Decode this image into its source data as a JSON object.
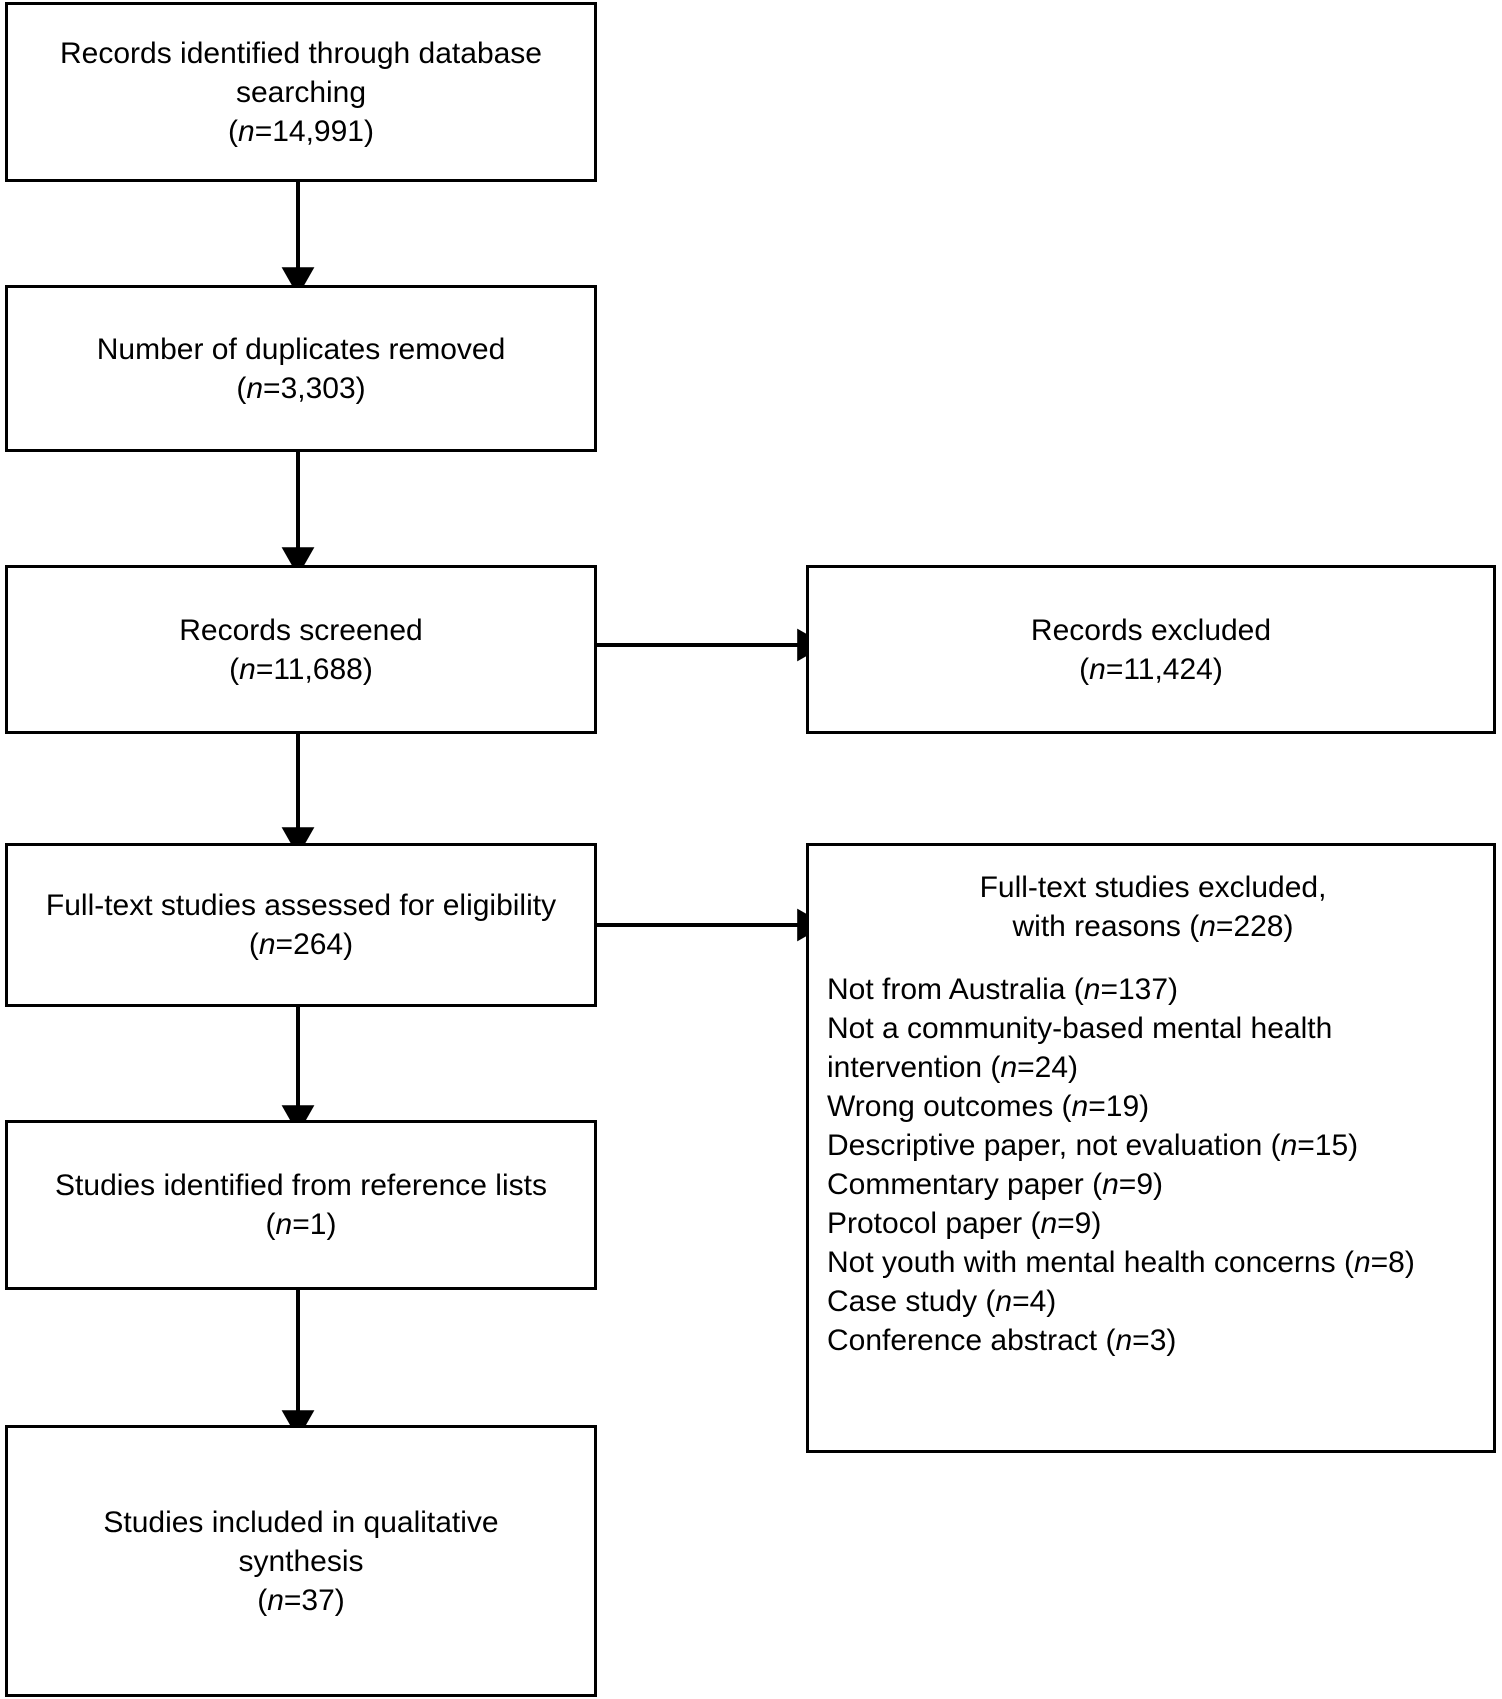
{
  "diagram": {
    "type": "prisma-flow-diagram",
    "title": "PRISMA study selection flow diagram",
    "colors": {
      "box_border": "#000000",
      "box_fill": "#ffffff",
      "text": "#000000",
      "arrow": "#000000"
    }
  },
  "boxes": {
    "identified": {
      "name": "records-identified",
      "line1": "Records identified through database",
      "line2": "searching",
      "count_prefix": "(",
      "count_n": "n",
      "count_value": "=14,991)"
    },
    "duplicates": {
      "name": "duplicates-removed",
      "line1": "Number of duplicates removed",
      "count_prefix": "(",
      "count_n": "n",
      "count_value": "=3,303)"
    },
    "screened": {
      "name": "records-screened",
      "line1": "Records screened",
      "count_prefix": "(",
      "count_n": "n",
      "count_value": "=11,688)"
    },
    "records_excluded": {
      "name": "records-excluded",
      "line1": "Records excluded",
      "count_prefix": "(",
      "count_n": "n",
      "count_value": "=11,424)"
    },
    "fulltext_assessed": {
      "name": "fulltext-assessed",
      "line1": "Full-text studies assessed for eligibility",
      "count_prefix": "(",
      "count_n": "n",
      "count_value": "=264)"
    },
    "reference_lists": {
      "name": "studies-from-reference-lists",
      "line1": "Studies identified from reference lists",
      "count_prefix": "(",
      "count_n": "n",
      "count_value": "=1)"
    },
    "included": {
      "name": "studies-included",
      "line1": "Studies included in qualitative",
      "line2": "synthesis",
      "count_prefix": "(",
      "count_n": "n",
      "count_value": "=37)"
    },
    "fulltext_excluded": {
      "name": "fulltext-excluded-with-reasons",
      "header_line1": "Full-text studies excluded,",
      "header_line2_a": "with reasons (",
      "header_line2_n": "n",
      "header_line2_b": "=228)",
      "reasons": [
        {
          "label": "Not from Australia (",
          "n": "n",
          "value": "=137)"
        },
        {
          "label": "Not a community-based mental health intervention (",
          "n": "n",
          "value": "=24)"
        },
        {
          "label": "Wrong outcomes (",
          "n": "n",
          "value": "=19)"
        },
        {
          "label": "Descriptive paper, not evaluation (",
          "n": "n",
          "value": "=15)"
        },
        {
          "label": "Commentary paper (",
          "n": "n",
          "value": "=9)"
        },
        {
          "label": "Protocol paper (",
          "n": "n",
          "value": "=9)"
        },
        {
          "label": "Not youth with mental health concerns (",
          "n": "n",
          "value": "=8)"
        },
        {
          "label": "Case study (",
          "n": "n",
          "value": "=4)"
        },
        {
          "label": "Conference abstract (",
          "n": "n",
          "value": "=3)"
        }
      ]
    }
  },
  "chart_data": {
    "type": "diagram-flow",
    "title": "PRISMA flow of study selection",
    "nodes": [
      {
        "id": "identified",
        "label": "Records identified through database searching",
        "n": 14991
      },
      {
        "id": "duplicates",
        "label": "Number of duplicates removed",
        "n": 3303
      },
      {
        "id": "screened",
        "label": "Records screened",
        "n": 11688
      },
      {
        "id": "records_excluded",
        "label": "Records excluded",
        "n": 11424
      },
      {
        "id": "fulltext_assessed",
        "label": "Full-text studies assessed for eligibility",
        "n": 264
      },
      {
        "id": "fulltext_excluded",
        "label": "Full-text studies excluded, with reasons",
        "n": 228
      },
      {
        "id": "reference_lists",
        "label": "Studies identified from reference lists",
        "n": 1
      },
      {
        "id": "included",
        "label": "Studies included in qualitative synthesis",
        "n": 37
      }
    ],
    "edges": [
      {
        "from": "identified",
        "to": "duplicates",
        "direction": "down"
      },
      {
        "from": "duplicates",
        "to": "screened",
        "direction": "down"
      },
      {
        "from": "screened",
        "to": "records_excluded",
        "direction": "right"
      },
      {
        "from": "screened",
        "to": "fulltext_assessed",
        "direction": "down"
      },
      {
        "from": "fulltext_assessed",
        "to": "fulltext_excluded",
        "direction": "right"
      },
      {
        "from": "fulltext_assessed",
        "to": "reference_lists",
        "direction": "down"
      },
      {
        "from": "reference_lists",
        "to": "included",
        "direction": "down"
      }
    ],
    "exclusion_reasons": [
      {
        "reason": "Not from Australia",
        "n": 137
      },
      {
        "reason": "Not a community-based mental health intervention",
        "n": 24
      },
      {
        "reason": "Wrong outcomes",
        "n": 19
      },
      {
        "reason": "Descriptive paper, not evaluation",
        "n": 15
      },
      {
        "reason": "Commentary paper",
        "n": 9
      },
      {
        "reason": "Protocol paper",
        "n": 9
      },
      {
        "reason": "Not youth with mental health concerns",
        "n": 8
      },
      {
        "reason": "Case study",
        "n": 4
      },
      {
        "reason": "Conference abstract",
        "n": 3
      }
    ]
  }
}
